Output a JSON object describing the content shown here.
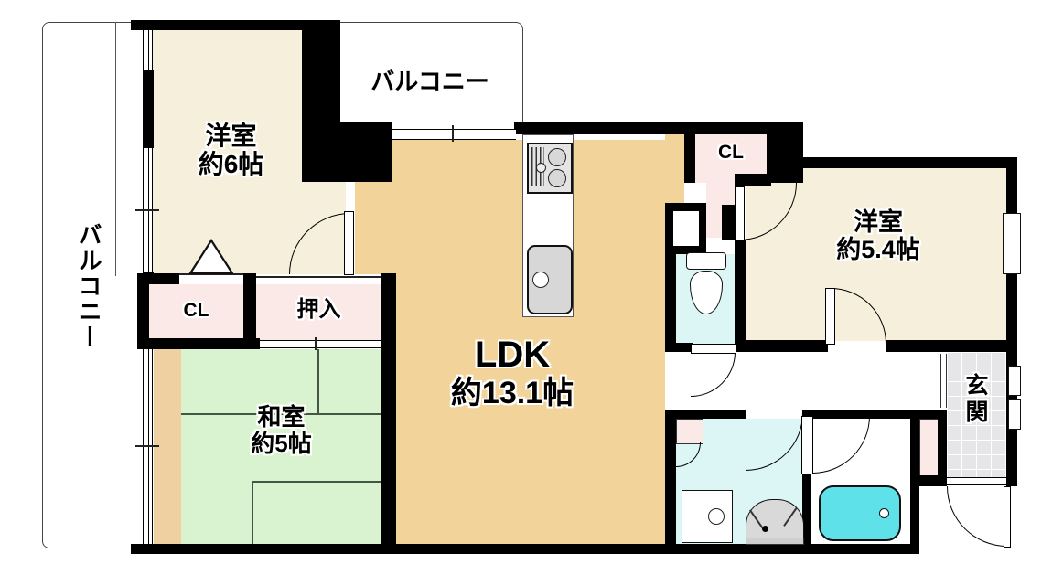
{
  "floorplan": {
    "balcony_left": {
      "label": "バルコニー"
    },
    "balcony_top": {
      "label": "バルコニー"
    },
    "bedroom1": {
      "name": "洋室",
      "size": "約6帖"
    },
    "bedroom2": {
      "name": "洋室",
      "size": "約5.4帖"
    },
    "washitsu": {
      "name": "和室",
      "size": "約5帖"
    },
    "ldk": {
      "name": "LDK",
      "size": "約13.1帖"
    },
    "closet_top": {
      "label": "CL"
    },
    "closet_left": {
      "label": "CL"
    },
    "oshiire": {
      "label": "押入"
    },
    "genkan": {
      "label": "玄関"
    },
    "fixtures": [
      "stove",
      "kitchen-sink",
      "toilet",
      "washing-machine",
      "washbasin",
      "bathtub"
    ],
    "colors": {
      "wall": "#000000",
      "western_room": "#F6EFDC",
      "ldk": "#F2D49B",
      "closet_pink": "#FBE9E7",
      "tatami_green": "#D9F2CF",
      "wet_area_cyan": "#DCF5F5",
      "bathtub_cyan": "#5FE1E9",
      "entry_tile": "#E6E6E8",
      "wood_strip": "#EFD0A0"
    }
  }
}
